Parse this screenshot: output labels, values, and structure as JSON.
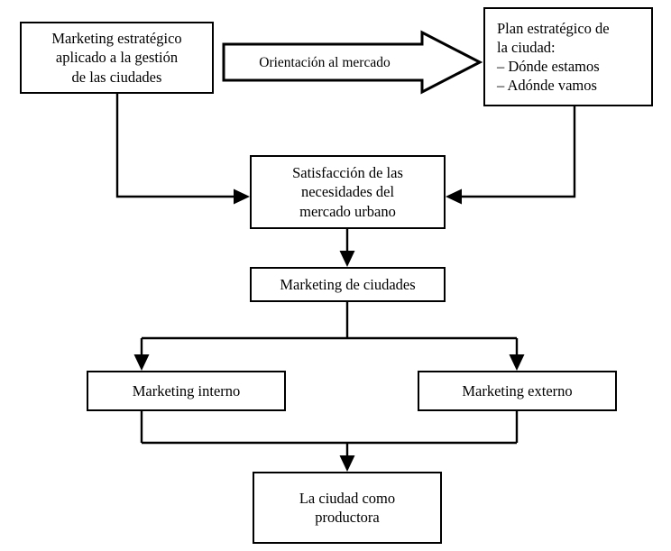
{
  "diagram": {
    "title": "Marketing estratégico aplicado a la gestión de las ciudades",
    "language": "es",
    "colors": {
      "background": "#ffffff",
      "stroke": "#000000",
      "text": "#000000",
      "node_fill": "#ffffff"
    },
    "nodes": [
      {
        "id": "marketing-estrategico",
        "label": "Marketing estratégico\naplicado a la gestión\nde las ciudades",
        "align": "center"
      },
      {
        "id": "plan-estrategico",
        "label": "Plan estratégico de\nla ciudad:\n–  Dónde estamos\n–  Adónde vamos",
        "align": "left"
      },
      {
        "id": "satisfaccion",
        "label": "Satisfacción de las\nnecesidades del\nmercado urbano",
        "align": "center"
      },
      {
        "id": "marketing-ciudades",
        "label": "Marketing de ciudades",
        "align": "center"
      },
      {
        "id": "marketing-interno",
        "label": "Marketing interno",
        "align": "center"
      },
      {
        "id": "marketing-externo",
        "label": "Marketing externo",
        "align": "center"
      },
      {
        "id": "ciudad-productora",
        "label": "La ciudad como\nproductora",
        "align": "center"
      }
    ],
    "block_arrow": {
      "id": "orientacion-al-mercado",
      "label": "Orientación al mercado",
      "direction": "right",
      "from": "marketing-estrategico",
      "to": "plan-estrategico"
    },
    "connectors": [
      {
        "id": "estrategico-to-satisfaccion",
        "from": "marketing-estrategico",
        "to": "satisfaccion",
        "style": "elbow",
        "arrowhead": "right"
      },
      {
        "id": "plan-to-satisfaccion",
        "from": "plan-estrategico",
        "to": "satisfaccion",
        "style": "elbow",
        "arrowhead": "left"
      },
      {
        "id": "satisfaccion-to-ciudades",
        "from": "satisfaccion",
        "to": "marketing-ciudades",
        "style": "straight",
        "arrowhead": "down"
      },
      {
        "id": "ciudades-to-interno",
        "from": "marketing-ciudades",
        "to": "marketing-interno",
        "style": "split",
        "arrowhead": "down"
      },
      {
        "id": "ciudades-to-externo",
        "from": "marketing-ciudades",
        "to": "marketing-externo",
        "style": "split",
        "arrowhead": "down"
      },
      {
        "id": "interno-externo-to-productora",
        "from": "marketing-interno, marketing-externo",
        "to": "ciudad-productora",
        "style": "merge",
        "arrowhead": "down"
      }
    ]
  }
}
